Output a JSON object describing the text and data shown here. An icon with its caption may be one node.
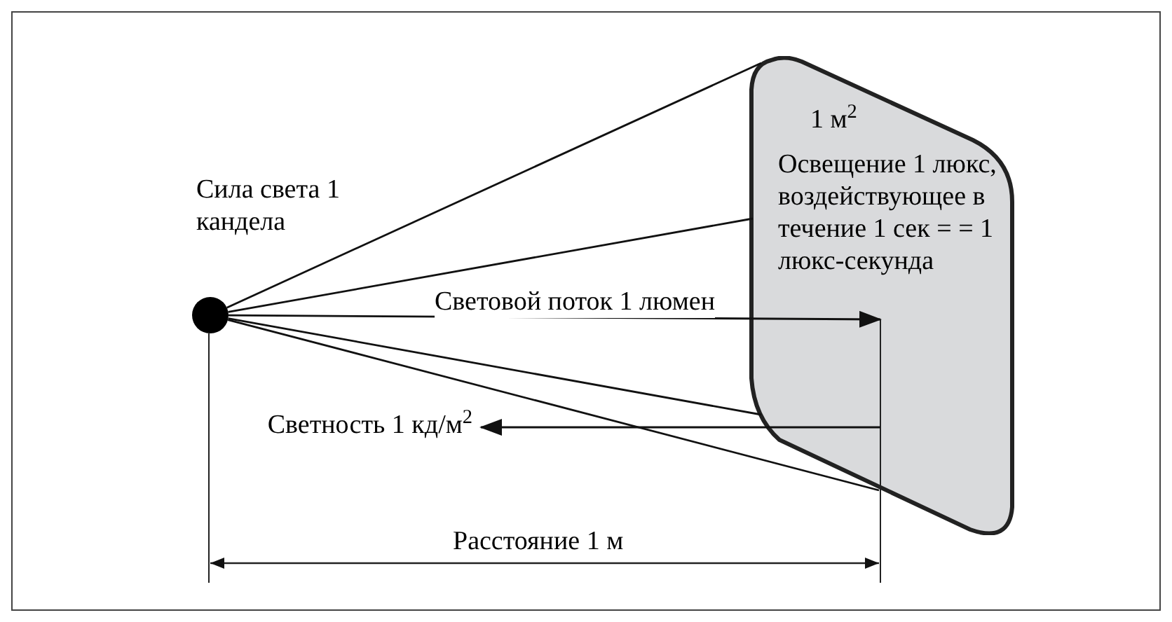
{
  "diagram": {
    "nodes": [
      {
        "text": [],
        "shape": "circle",
        "beside": [
          "Сила света 1 кандела"
        ]
      },
      {
        "text": [
          "1 м$^{2}$",
          "Освещение 1 люкс, воздействующее в течение 1 сек = = 1 люкс-секунда"
        ]
      }
    ],
    "edges": [
      {
        "from": 0,
        "to": 1,
        "arrow": "none"
      },
      {
        "from": 0,
        "to": 1,
        "arrow": "none"
      },
      {
        "from": 0,
        "to": 1,
        "arrow": "to",
        "label": "Световой поток 1 люмен"
      },
      {
        "from": 0,
        "to": 1,
        "arrow": "none"
      },
      {
        "from": 0,
        "to": 1,
        "arrow": "none"
      },
      {
        "from": 1,
        "to": null,
        "arrow": "to",
        "label": "Светность 1 кд/м$^{2}$"
      }
    ],
    "labels": [
      "Расстояние 1 м"
    ]
  }
}
